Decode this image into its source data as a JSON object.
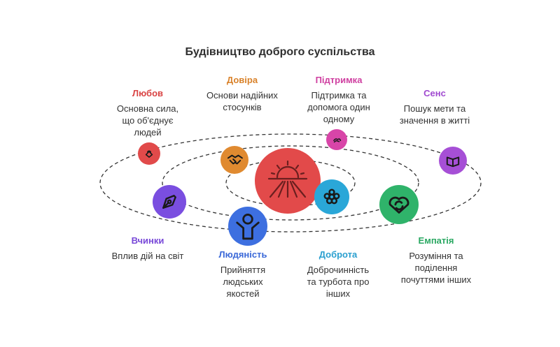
{
  "title": "Будівництво доброго суспільства",
  "nodes": [
    {
      "key": "lyubov",
      "head": "Любов",
      "desc": "Основна сила,\nщо об'єднує\nлюдей",
      "color": "#e14a4a",
      "icon": "hands-heart-icon"
    },
    {
      "key": "dovira",
      "head": "Довіра",
      "desc": "Основи надійних\nстосунків",
      "color": "#e08a30",
      "icon": "handshake-icon"
    },
    {
      "key": "pidtrymka",
      "head": "Підтримка",
      "desc": "Підтримка та\nдопомога один\nодному",
      "color": "#d845a8",
      "icon": "helping-hands-icon"
    },
    {
      "key": "sens",
      "head": "Сенс",
      "desc": "Пошук мети та\nзначення в житті",
      "color": "#a64fd6",
      "icon": "open-book-icon"
    },
    {
      "key": "vchynky",
      "head": "Вчинки",
      "desc": "Вплив дій на світ",
      "color": "#7a4ee0",
      "icon": "pen-icon"
    },
    {
      "key": "lyudyanist",
      "head": "Людяність",
      "desc": "Прийняття\nлюдських\nякостей",
      "color": "#3d6fe0",
      "icon": "person-icon"
    },
    {
      "key": "dobrota",
      "head": "Доброта",
      "desc": "Доброчинність\nта турбота про\nінших",
      "color": "#2aa7d8",
      "icon": "flower-icon"
    },
    {
      "key": "empatiya",
      "head": "Емпатія",
      "desc": "Розуміння та\nподілення\nпочуттями інших",
      "color": "#2fb36a",
      "icon": "heart-cycle-icon"
    }
  ],
  "center": {
    "color": "#e24a4a",
    "icon": "sunrise-icon"
  }
}
